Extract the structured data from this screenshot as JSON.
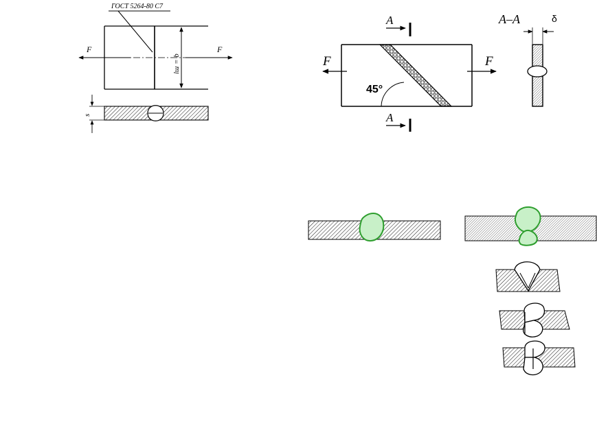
{
  "drawing1": {
    "standard_label": "ГОСТ 5264-80  С7",
    "force_left": "F",
    "force_right": "F",
    "length_label": "lш = b",
    "thickness_label": "s"
  },
  "drawing2": {
    "section_a_top": "A",
    "section_a_bottom": "A",
    "force_left": "F",
    "force_right": "F",
    "angle_label": "45°",
    "section_view_label": "A–A",
    "thickness_label": "δ"
  },
  "colors": {
    "weld_fill": "#c8f0c8",
    "weld_stroke": "#2e9e2e",
    "line": "#000000"
  }
}
